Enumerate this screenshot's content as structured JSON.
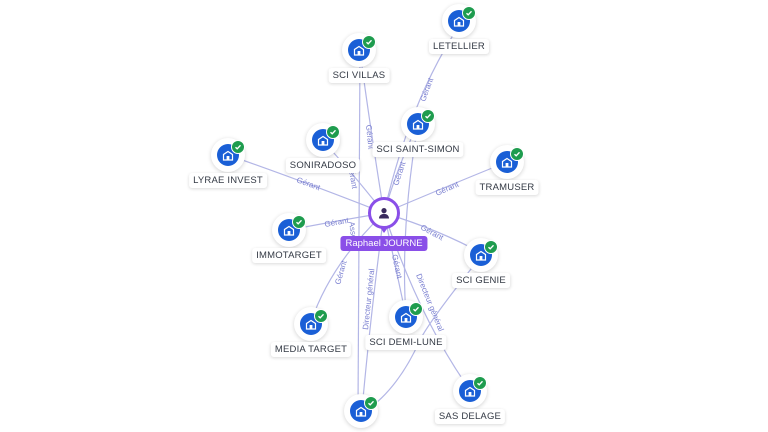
{
  "colors": {
    "person_accent": "#8a4fe8",
    "company_icon": "#1a5fd6",
    "verified_badge": "#1e9c4e",
    "edge": "#b3b6e6",
    "edge_label": "#7a7fd0"
  },
  "icons": {
    "person": "person-icon",
    "company": "building-icon",
    "badge": "check-icon"
  },
  "person": {
    "name": "Raphael JOURNE"
  },
  "companies": [
    {
      "id": "letellier",
      "name": "LETELLIER"
    },
    {
      "id": "sci-villas",
      "name": "SCI VILLAS"
    },
    {
      "id": "sci-saint-simon",
      "name": "SCI SAINT-SIMON"
    },
    {
      "id": "soniradoso",
      "name": "SONIRADOSO"
    },
    {
      "id": "lyrae-invest",
      "name": "LYRAE INVEST"
    },
    {
      "id": "tramuser",
      "name": "TRAMUSER"
    },
    {
      "id": "immotarget",
      "name": "IMMOTARGET"
    },
    {
      "id": "sci-genie",
      "name": "SCI GENIE"
    },
    {
      "id": "media-target",
      "name": "MEDIA TARGET"
    },
    {
      "id": "sci-demi-lune",
      "name": "SCI DEMI-LUNE"
    },
    {
      "id": "sas-delage",
      "name": "SAS DELAGE"
    },
    {
      "id": "sci-bottom",
      "name": ""
    }
  ],
  "edge_labels": {
    "sci-villas": "Gérant",
    "letellier": "Gérant",
    "soniradoso": "Gérant",
    "sci-saint-simon": "Gérant",
    "lyrae-invest": "Gérant",
    "tramuser": "Gérant",
    "immotarget": "Gérant",
    "sci-genie": "Gérant",
    "media-target": "Gérant",
    "sci-demi-lune": "Gérant",
    "sas-delage": "Directeur général",
    "sci-bottom": "Directeur général",
    "extra": "Asso"
  }
}
